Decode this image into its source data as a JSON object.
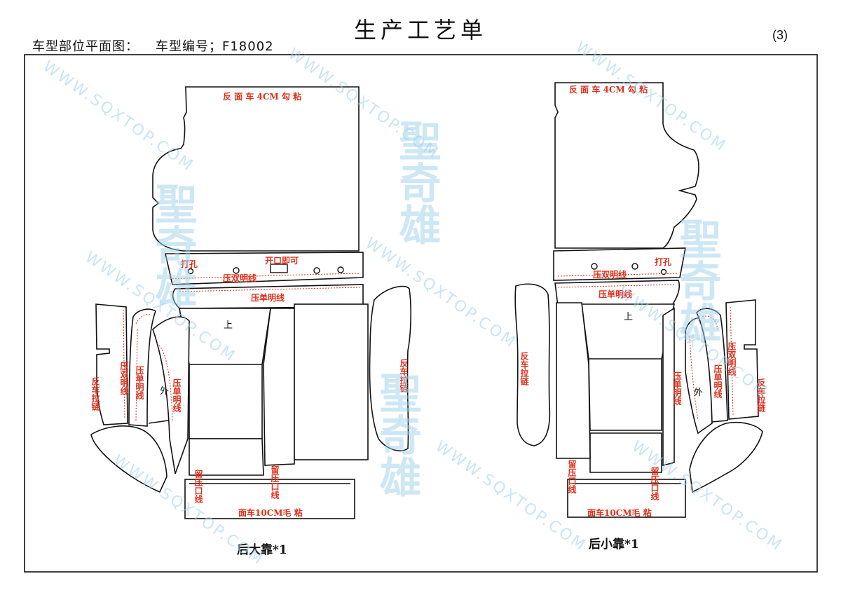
{
  "header": {
    "title": "生产工艺单",
    "subtitle_label": "车型部位平面图：",
    "model_label": "车型编号；F18002",
    "page_number": "(3)"
  },
  "left_set": {
    "caption": "后大靠*1",
    "top_panel_label": "反 面 车 4CM  勾  粘",
    "punch_label": "打孔",
    "opening_label": "开口即可",
    "double_line_label": "压双明线",
    "single_line_label": "压单明线",
    "up_label": "上",
    "outer_label": "外",
    "side_reverse_zip": "反车拉链",
    "side_double_line": "压双明线",
    "side_single_line": "压单明线",
    "side_single_line_2": "压单明线",
    "right_reverse_zip": "反车拉链",
    "bottom_left_label": "留压口线",
    "bottom_right_label": "留压口线",
    "base_label": "面车10CM毛 粘"
  },
  "right_set": {
    "caption": "后小靠*1",
    "top_panel_label": "反 面 车 4CM  勾  粘",
    "punch_label": "打孔",
    "double_line_label": "压双明线",
    "single_line_label": "压单明线",
    "up_label": "上",
    "outer_label": "外",
    "left_reverse_zip": "反车拉链",
    "side_single_line": "压单明线",
    "side_single_line_2": "压单明线",
    "side_double_line": "压双明线",
    "right_reverse_zip": "反车拉链",
    "bottom_left_label": "留压口线",
    "bottom_right_label": "留压口线",
    "base_label": "面车10CM毛 粘"
  },
  "watermark": {
    "url": "WWW.SQXTOP.COM",
    "logo": "聖奇雄"
  }
}
